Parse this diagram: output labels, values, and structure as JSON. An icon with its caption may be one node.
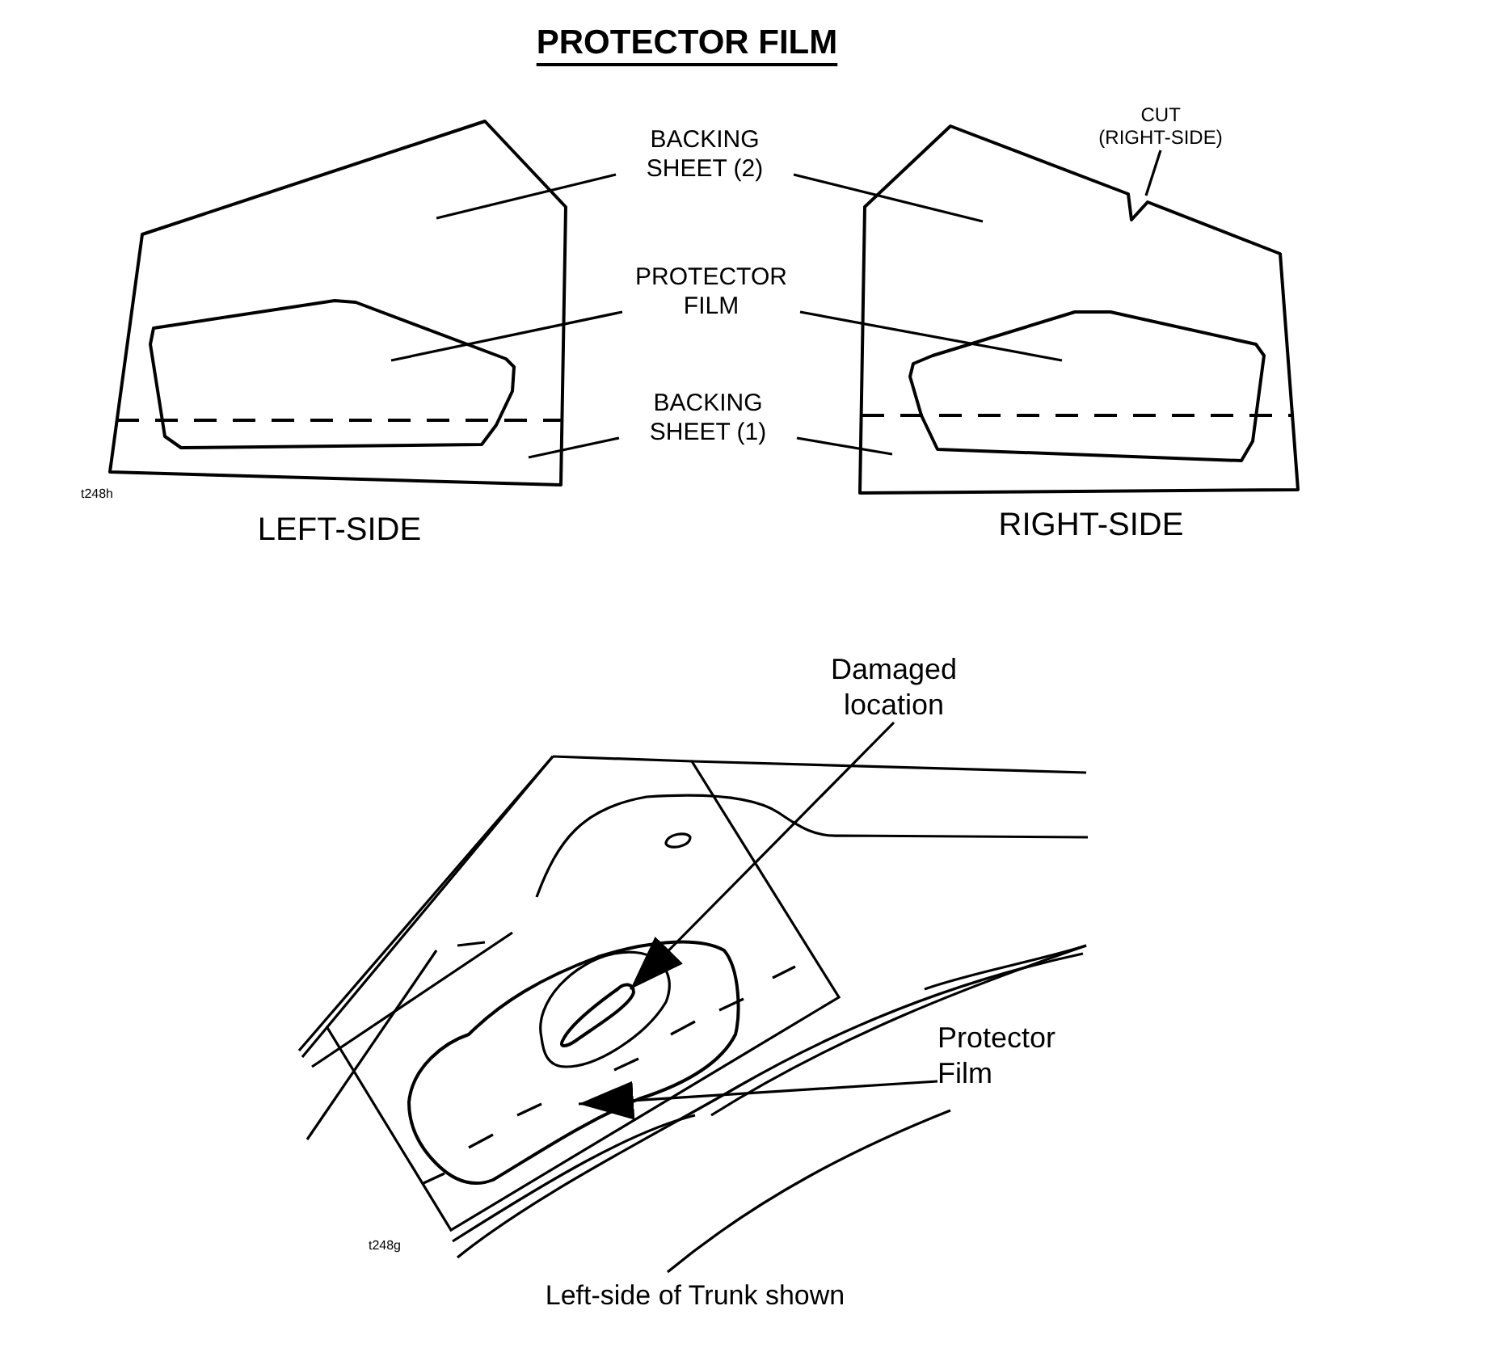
{
  "diagram": {
    "title": "PROTECTOR FILM",
    "nodes": [
      {
        "text": [
          "BACKING SHEET (2)"
        ]
      },
      {
        "text": [
          "CUT (RIGHT-SIDE)"
        ]
      },
      {
        "text": [
          "PROTECTOR FILM"
        ]
      },
      {
        "text": [
          "BACKING SHEET (1)"
        ]
      },
      {
        "text": [
          "Damaged location"
        ]
      },
      {
        "text": [
          "Protector Film"
        ]
      },
      {
        "text": [],
        "shape": "box"
      },
      {
        "text": [],
        "shape": "box",
        "in": 6
      },
      {
        "text": [],
        "shape": "box"
      },
      {
        "text": [],
        "shape": "box",
        "in": 8
      },
      {
        "text": [],
        "shape": "box"
      },
      {
        "text": [],
        "shape": "box",
        "in": 10
      }
    ],
    "edges": [
      {
        "from": 0,
        "to": 6,
        "arrow": "none"
      },
      {
        "from": 0,
        "to": 8,
        "arrow": "none"
      },
      {
        "from": 1,
        "to": 8,
        "arrow": "none"
      },
      {
        "from": 2,
        "to": 7,
        "arrow": "none"
      },
      {
        "from": 2,
        "to": 9,
        "arrow": "none"
      },
      {
        "from": 3,
        "to": 6,
        "arrow": "none"
      },
      {
        "from": 3,
        "to": 8,
        "arrow": "none"
      },
      {
        "from": 4,
        "to": 11,
        "arrow": "to"
      },
      {
        "from": 5,
        "to": 10,
        "arrow": "to"
      }
    ],
    "labels": [
      "t248h",
      "LEFT-SIDE",
      "RIGHT-SIDE",
      "t248g",
      "Left-side of Trunk shown"
    ]
  }
}
